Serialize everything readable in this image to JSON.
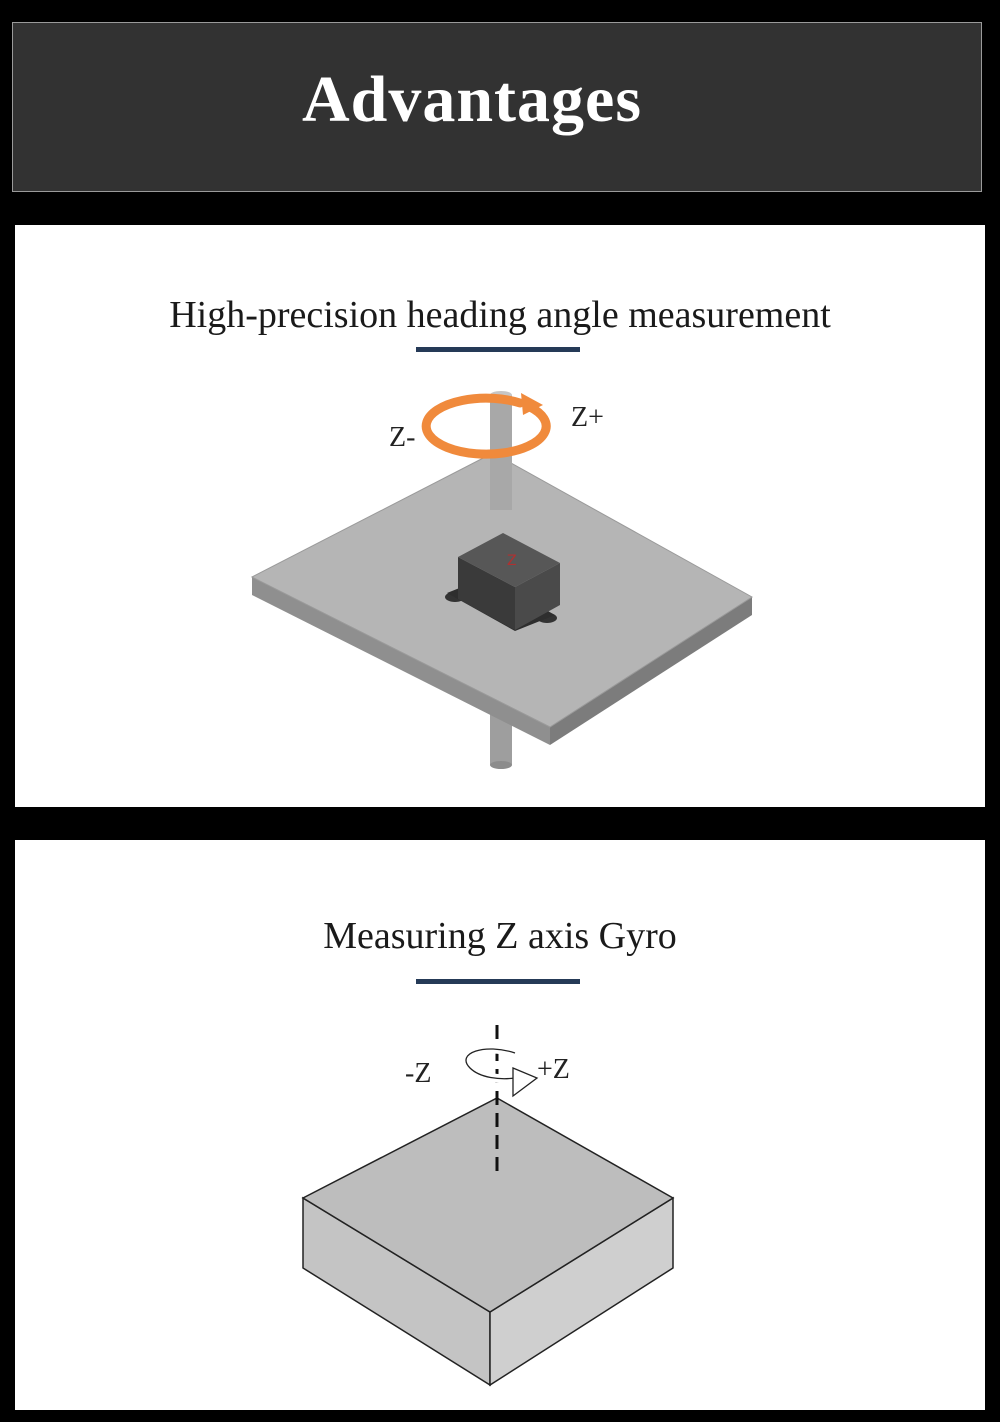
{
  "header": {
    "title": "Advantages"
  },
  "section_heading": {
    "title": "High-precision heading angle measurement",
    "label_negative": "Z-",
    "label_positive": "Z+"
  },
  "section_gyro": {
    "title": "Measuring Z axis Gyro",
    "label_negative": "-Z",
    "label_positive": "+Z"
  },
  "colors": {
    "header_bg": "#323232",
    "accent_underline": "#253a57",
    "rotation_arrow": "#f08a3c",
    "plate": "#b5b5b5",
    "sensor": "#444444"
  }
}
